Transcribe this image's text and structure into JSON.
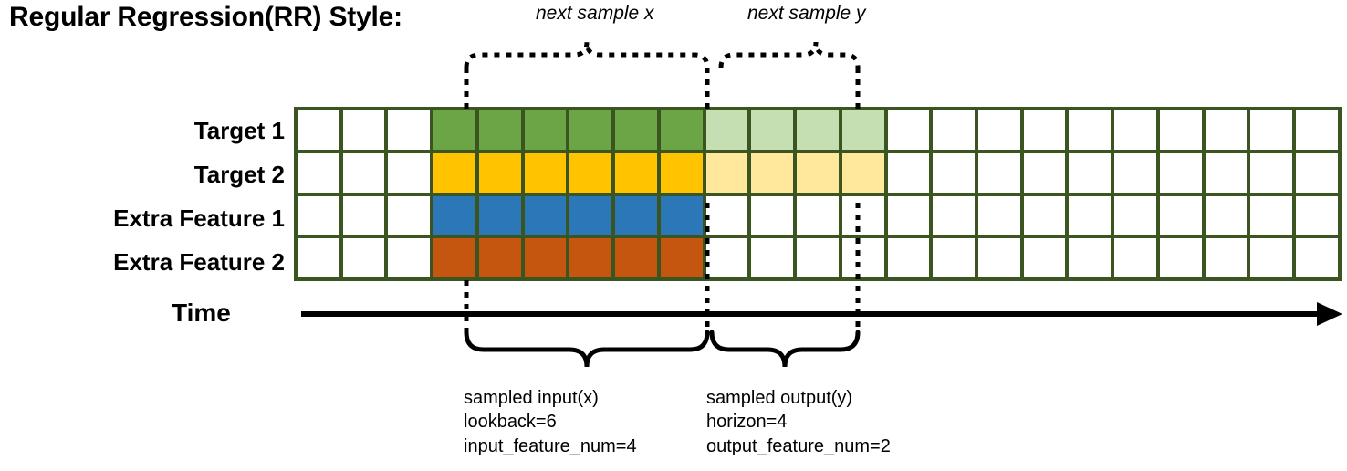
{
  "title": "Regular Regression(RR) Style:",
  "rows": [
    {
      "label": "Target 1",
      "name": "row-target-1"
    },
    {
      "label": "Target 2",
      "name": "row-target-2"
    },
    {
      "label": "Extra Feature 1",
      "name": "row-extra-feature-1"
    },
    {
      "label": "Extra Feature 2",
      "name": "row-extra-feature-2"
    }
  ],
  "grid": {
    "total_columns": 23,
    "leading_blank_columns": 3,
    "input_columns": 6,
    "output_columns": 4,
    "trailing_blank_columns": 10
  },
  "axis": {
    "label": "Time"
  },
  "top_braces": [
    {
      "label": "next sample x",
      "name": "brace-next-sample-x"
    },
    {
      "label": "next sample y",
      "name": "brace-next-sample-y"
    }
  ],
  "bottom_braces": [
    {
      "name": "brace-sampled-input",
      "line1": "sampled input(x)",
      "line2": "lookback=6",
      "line3": "input_feature_num=4"
    },
    {
      "name": "brace-sampled-output",
      "line1": "sampled output(y)",
      "line2": "horizon=4",
      "line3": "output_feature_num=2"
    }
  ],
  "colors": {
    "grid_border": "#3a5520",
    "target1_input": "#6ba545",
    "target1_output": "#c5dfb3",
    "target2_input": "#ffc300",
    "target2_output": "#ffe79b",
    "extra_feature1": "#2b77b8",
    "extra_feature2": "#c4560f",
    "empty_cell": "#ffffff",
    "line": "#000000"
  },
  "chart_data": {
    "type": "heatmap",
    "title": "Regular Regression(RR) Style:",
    "xlabel": "Time",
    "ylabel": "",
    "categories": [
      "Target 1",
      "Target 2",
      "Extra Feature 1",
      "Extra Feature 2"
    ],
    "columns": 23,
    "legend": [
      "next sample x",
      "next sample y",
      "sampled input(x)",
      "sampled output(y)"
    ],
    "annotations": [
      "lookback=6",
      "horizon=4",
      "input_feature_num=4",
      "output_feature_num=2"
    ],
    "series": [
      {
        "name": "Target 1",
        "fills": [
          "empty",
          "empty",
          "empty",
          "input",
          "input",
          "input",
          "input",
          "input",
          "input",
          "output",
          "output",
          "output",
          "output",
          "empty",
          "empty",
          "empty",
          "empty",
          "empty",
          "empty",
          "empty",
          "empty",
          "empty",
          "empty"
        ]
      },
      {
        "name": "Target 2",
        "fills": [
          "empty",
          "empty",
          "empty",
          "input",
          "input",
          "input",
          "input",
          "input",
          "input",
          "output",
          "output",
          "output",
          "output",
          "empty",
          "empty",
          "empty",
          "empty",
          "empty",
          "empty",
          "empty",
          "empty",
          "empty",
          "empty"
        ]
      },
      {
        "name": "Extra Feature 1",
        "fills": [
          "empty",
          "empty",
          "empty",
          "input",
          "input",
          "input",
          "input",
          "input",
          "input",
          "empty",
          "empty",
          "empty",
          "empty",
          "empty",
          "empty",
          "empty",
          "empty",
          "empty",
          "empty",
          "empty",
          "empty",
          "empty",
          "empty"
        ]
      },
      {
        "name": "Extra Feature 2",
        "fills": [
          "empty",
          "empty",
          "empty",
          "input",
          "input",
          "input",
          "input",
          "input",
          "input",
          "empty",
          "empty",
          "empty",
          "empty",
          "empty",
          "empty",
          "empty",
          "empty",
          "empty",
          "empty",
          "empty",
          "empty",
          "empty",
          "empty"
        ]
      }
    ]
  }
}
